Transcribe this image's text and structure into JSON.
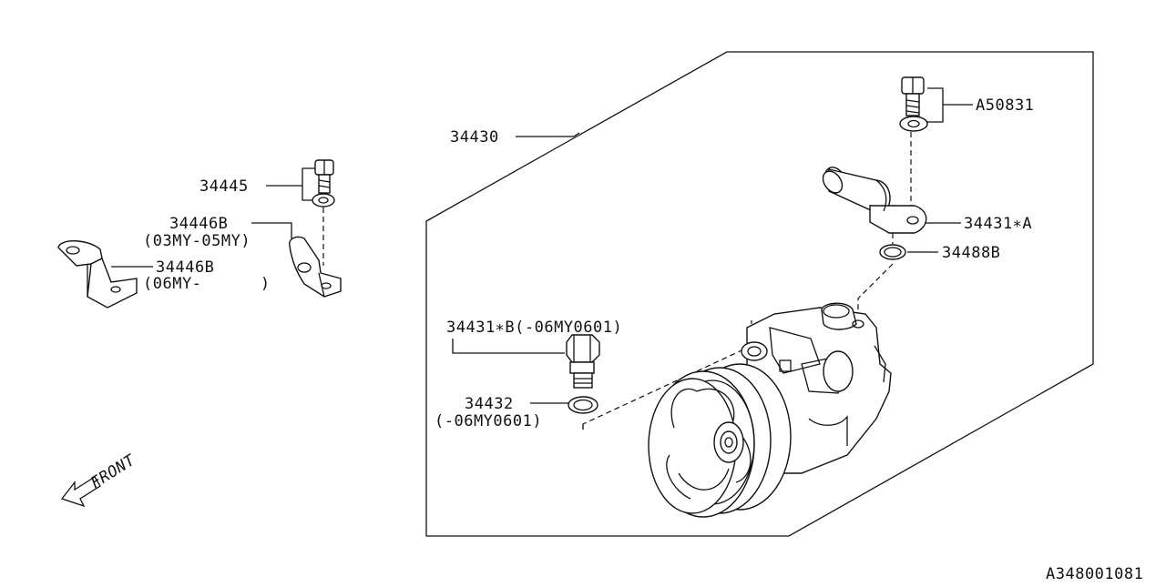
{
  "labels": {
    "p34430": "34430",
    "pA50831": "A50831",
    "p34445": "34445",
    "p34446b_1": "34446B",
    "p34446b_1_note": "(03MY-05MY)",
    "p34446b_2": "34446B",
    "p34446b_2_note": "(06MY-      )",
    "p34431a": "34431∗A",
    "p34488b": "34488B",
    "p34431b": "34431∗B(-06MY0601)",
    "p34432": "34432",
    "p34432_note": "(-06MY0601)",
    "front": "FRONT",
    "diagram_id": "A348001081"
  }
}
